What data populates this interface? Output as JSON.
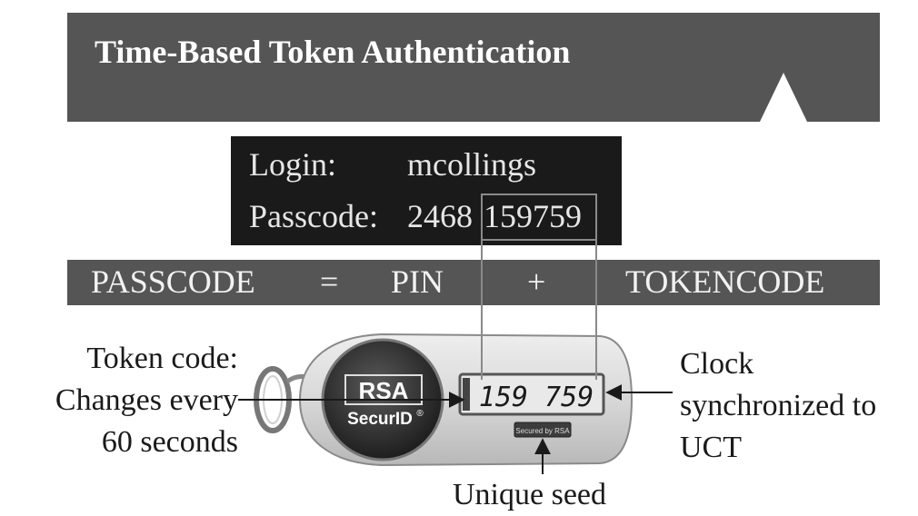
{
  "title": "Time-Based Token Authentication",
  "login_box": {
    "login_label": "Login:",
    "login_value": "mcollings",
    "passcode_label": "Passcode:",
    "passcode_pin_part": "2468",
    "passcode_token_part": "159759"
  },
  "formula": {
    "passcode": "PASSCODE",
    "equals": "=",
    "pin": "PIN",
    "plus": "+",
    "tokencode": "TOKENCODE"
  },
  "token_device": {
    "brand": "RSA",
    "product": "SecurID",
    "registered_mark": "®",
    "display_code": "159 759",
    "badge_text": "Secured by RSA"
  },
  "callouts": {
    "token_code_lines": [
      "Token code:",
      "Changes every",
      "60 seconds"
    ],
    "clock_lines": [
      "Clock",
      "synchronized to",
      "UCT"
    ],
    "seed": "Unique seed"
  }
}
